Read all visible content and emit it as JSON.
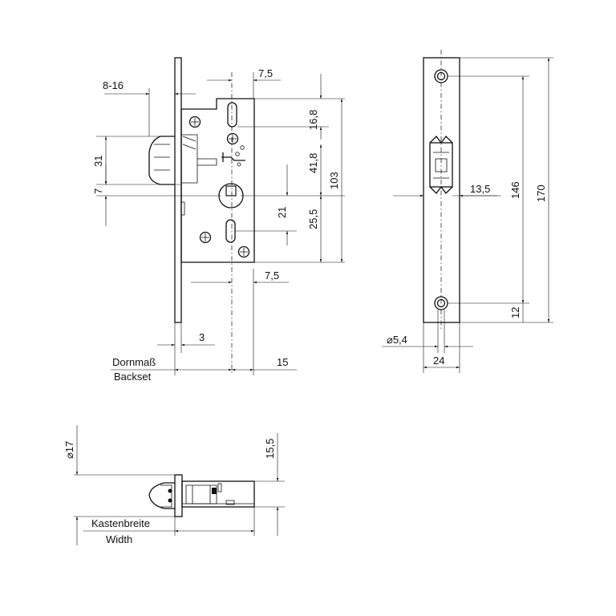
{
  "labels": {
    "d_8_16": "8-16",
    "d_7_5_top": "7,5",
    "d_16_8": "16,8",
    "d_41_8": "41,8",
    "d_31": "31",
    "d_7": "7",
    "d_103": "103",
    "d_21": "21",
    "d_25_5": "25,5",
    "d_7_5_bottom": "7,5",
    "d_3": "3",
    "d_15": "15",
    "backset_de": "Dornmaß",
    "backset_en": "Backset",
    "d_13_5": "13,5",
    "d_146": "146",
    "d_170": "170",
    "d_12": "12",
    "d_dia_5_4": "⌀5,4",
    "d_24": "24",
    "d_dia_17": "⌀17",
    "d_15_5": "15,5",
    "width_de": "Kastenbreite",
    "width_en": "Width"
  }
}
